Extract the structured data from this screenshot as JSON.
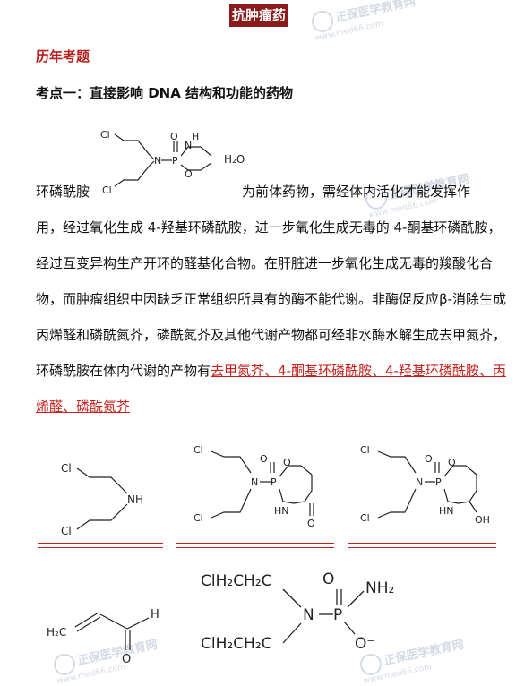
{
  "header": {
    "title": "抗肿瘤药"
  },
  "watermark": {
    "text": "正保医学教育网",
    "url": "www.med66.com"
  },
  "section": {
    "title": "历年考题"
  },
  "kaodian": {
    "title": "考点一：直接影响 DNA 结构和功能的药物"
  },
  "paragraph": {
    "lead": "环磷酰胺",
    "line1_tail": "为前体药物，需经体内活化才能发挥作",
    "line2": "用，经过氧化生成 4-羟基环磷酰胺，进一步氧化生成无毒的 4-酮基环磷酰胺，",
    "line3": "经过互变异构生产开环的醛基化合物。在肝脏进一步氧化生成无毒的羧酸化合",
    "line4": "物，而肿瘤组织中因缺乏正常组织所具有的酶不能代谢。非酶促反应β-消除生成",
    "line5": "丙烯醛和磷酰氮芥，磷酰氮芥及其他代谢产物都可经非水酶水解生成去甲氮芥，",
    "line6_prefix": "环磷酰胺在体内代谢的产物有",
    "line6_red": "去甲氮芥、4-酮基环磷酰胺、4-羟基环磷酰胺、丙",
    "line7_red": "烯醛、磷酰氮芥"
  },
  "structures": {
    "cyclophosphamide": {
      "cl_top": "Cl",
      "cl_bottom": "Cl",
      "n": "N",
      "p": "P",
      "o_double": "O",
      "nh": "H",
      "n_ring": "N",
      "o_ring": "O",
      "water": "H₂O"
    },
    "nor_nitrogen_mustard": {
      "cl_top": "Cl",
      "cl_bottom": "Cl",
      "nh": "NH"
    },
    "keto_cyclophosphamide": {
      "cl_top": "Cl",
      "cl_bottom": "Cl",
      "n": "N",
      "p": "P",
      "o_double": "O",
      "o_ring": "O",
      "hn": "HN",
      "o_keto": "O"
    },
    "hydroxy_cyclophosphamide": {
      "cl_top": "Cl",
      "cl_bottom": "Cl",
      "n": "N",
      "p": "P",
      "o_double": "O",
      "o_ring": "O",
      "hn": "HN",
      "oh": "OH"
    },
    "acrolein": {
      "h2c": "H₂C",
      "h": "H",
      "o": "O"
    },
    "phosphoramide_mustard": {
      "chain_top": "ClH₂CH₂C",
      "chain_bottom": "ClH₂CH₂C",
      "n": "N",
      "p": "P",
      "o_double": "O",
      "nh2": "NH₂",
      "o_minus": "O⁻"
    }
  }
}
